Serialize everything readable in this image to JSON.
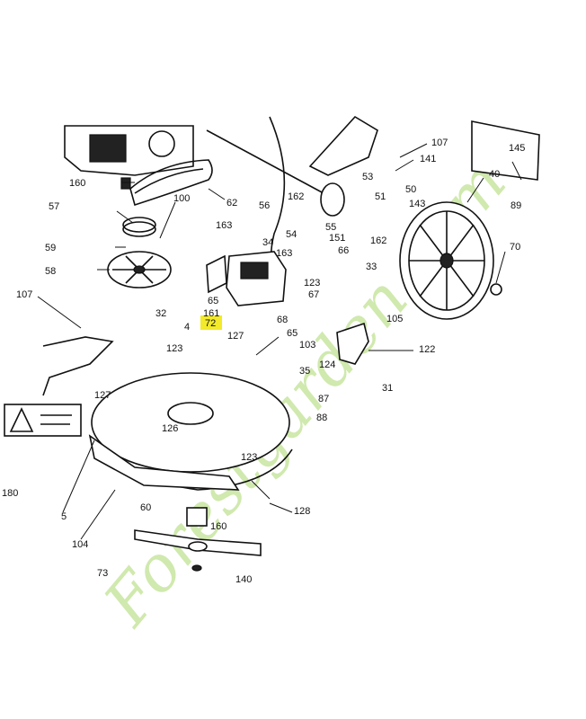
{
  "highlight_color": "#f2ea2a",
  "highlight_label": "72",
  "watermark": {
    "text": "Forestgarden.com",
    "color": "#c8e6a0"
  },
  "callouts": [
    "107",
    "141",
    "145",
    "53",
    "51",
    "50",
    "143",
    "40",
    "89",
    "160",
    "100",
    "62",
    "56",
    "162",
    "55",
    "162",
    "57",
    "163",
    "34",
    "54",
    "151",
    "66",
    "70",
    "59",
    "163",
    "33",
    "58",
    "65",
    "123",
    "67",
    "32",
    "161",
    "68",
    "105",
    "107",
    "4",
    "72",
    "127",
    "65",
    "103",
    "122",
    "123",
    "124",
    "35",
    "127",
    "87",
    "31",
    "88",
    "126",
    "180",
    "123",
    "128",
    "5",
    "60",
    "104",
    "160",
    "73",
    "140"
  ]
}
